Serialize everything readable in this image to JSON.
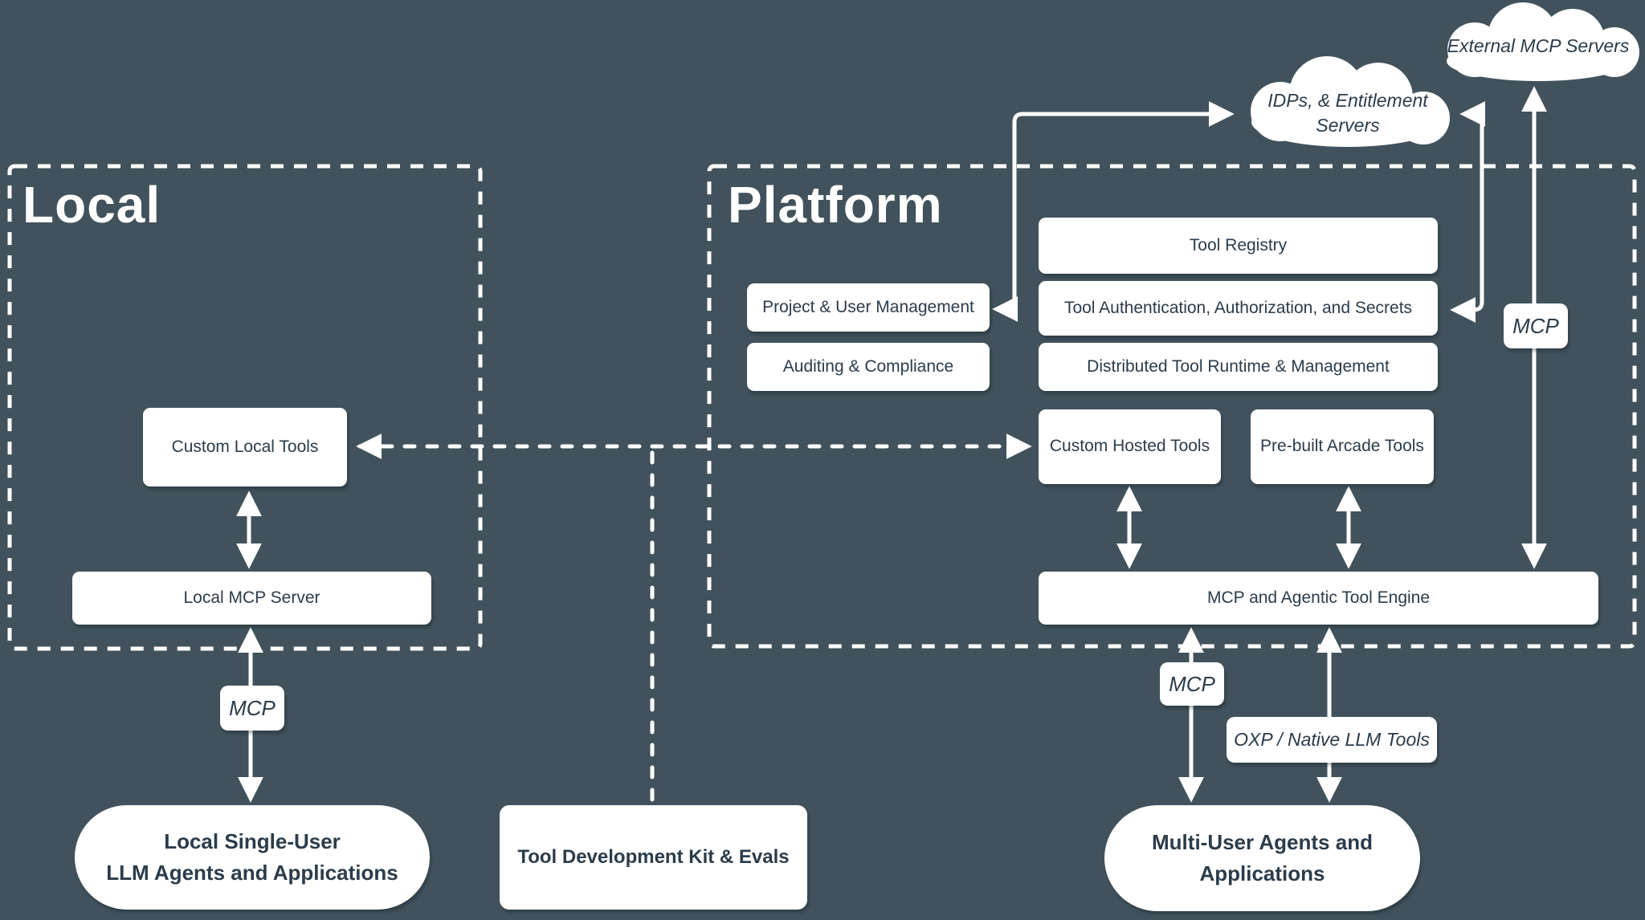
{
  "colors": {
    "background": "#41525c",
    "text_dark": "#2b3c4b",
    "line": "#ffffff",
    "box_bg": "#ffffff"
  },
  "frames": {
    "local": {
      "title": "Local"
    },
    "platform": {
      "title": "Platform"
    }
  },
  "clouds": {
    "external": {
      "label": "External MCP Servers"
    },
    "idps": {
      "line1": "IDPs, & Entitlement",
      "line2": "Servers"
    }
  },
  "nodes": {
    "tool_registry": "Tool Registry",
    "tool_auth": "Tool Authentication, Authorization, and Secrets",
    "distributed_runtime": "Distributed Tool Runtime & Management",
    "project_user": "Project & User Management",
    "auditing": "Auditing & Compliance",
    "custom_hosted": "Custom Hosted Tools",
    "prebuilt_arcade": "Pre-built Arcade Tools",
    "custom_local": "Custom Local Tools",
    "local_mcp_server": "Local MCP Server",
    "engine": "MCP and Agentic Tool Engine",
    "tdk": "Tool Development Kit & Evals",
    "pill_left": {
      "line1": "Local Single-User",
      "line2": "LLM Agents and Applications"
    },
    "pill_right": {
      "line1": "Multi-User Agents and",
      "line2": "Applications"
    }
  },
  "labels": {
    "mcp_local": "MCP",
    "mcp_platform_bottom": "MCP",
    "mcp_external": "MCP",
    "oxp": "OXP / Native LLM Tools"
  }
}
